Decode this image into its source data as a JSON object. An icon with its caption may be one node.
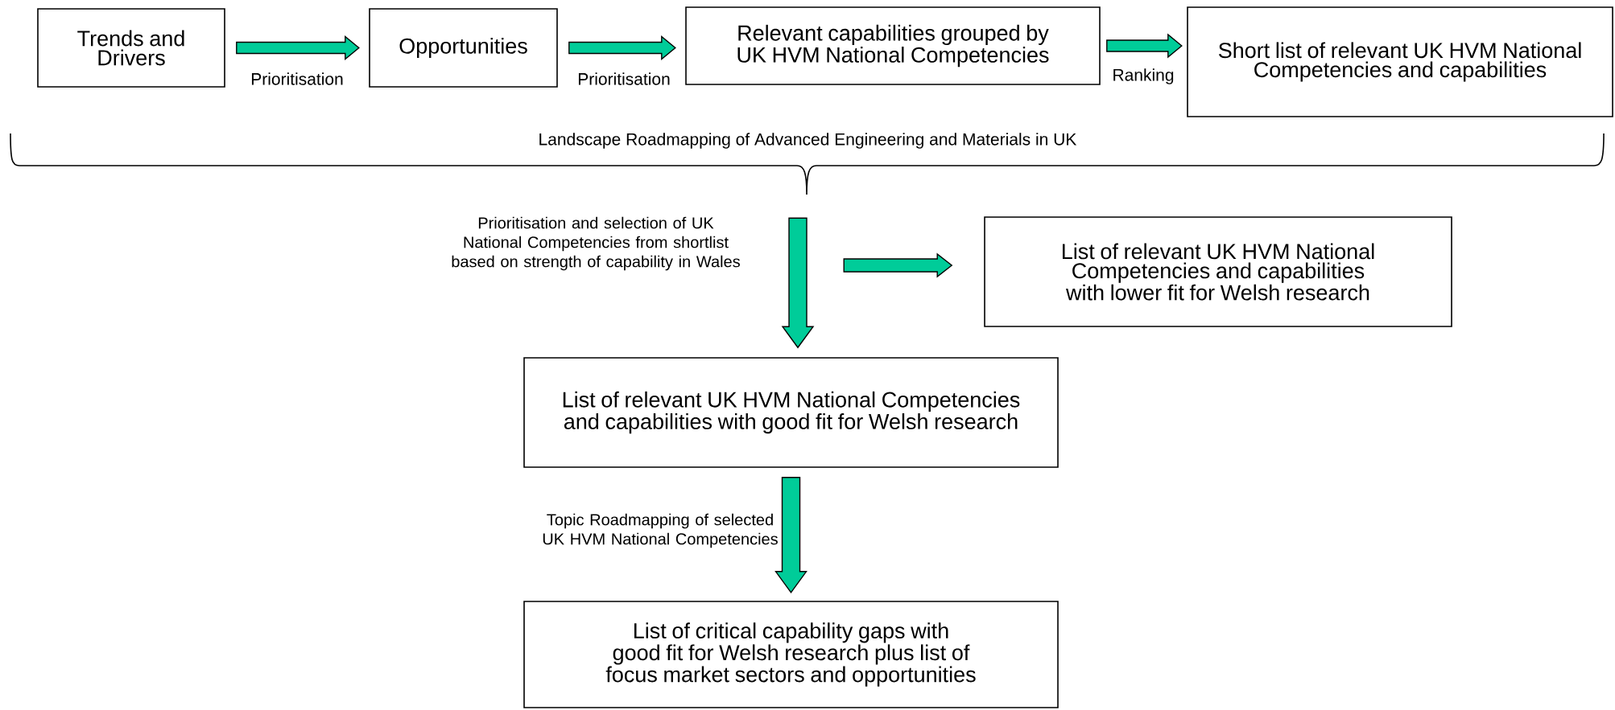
{
  "diagram": {
    "nodes": [
      {
        "text": [
          "Trends and Drivers"
        ]
      },
      {
        "text": [
          "Opportunities"
        ]
      },
      {
        "text": [
          "Relevant capabilities grouped by UK HVM National Competencies"
        ]
      },
      {
        "text": [
          "Short list of relevant UK HVM National Competencies and capabilities"
        ]
      },
      {
        "text": [
          "List of relevant UK HVM National Competencies and capabilities with lower fit for Welsh research"
        ]
      },
      {
        "text": [
          "List of relevant UK HVM National Competencies and capabilities with good fit for Welsh research"
        ]
      },
      {
        "text": [
          "List of critical capability gaps with good fit for Welsh research plus list of focus market sectors and opportunities"
        ]
      }
    ],
    "edges": [
      {
        "from": 0,
        "to": 1,
        "arrow": "to",
        "label": "Prioritisation"
      },
      {
        "from": 1,
        "to": 2,
        "arrow": "to",
        "label": "Prioritisation"
      },
      {
        "from": 2,
        "to": 3,
        "arrow": "to",
        "label": "Ranking"
      },
      {
        "from": null,
        "to": 5,
        "arrow": "to",
        "label": "Prioritisation and selection  of UK National Competencies from shortlist based on strength of capability in Wales"
      },
      {
        "from": null,
        "to": 4,
        "arrow": "to"
      },
      {
        "from": 5,
        "to": 6,
        "arrow": "to",
        "label": "Topic Roadmapping of selected UK HVM National Competencies"
      }
    ],
    "labels": [
      "Landscape Roadmapping of Advanced Engineering and Materials in UK"
    ]
  }
}
